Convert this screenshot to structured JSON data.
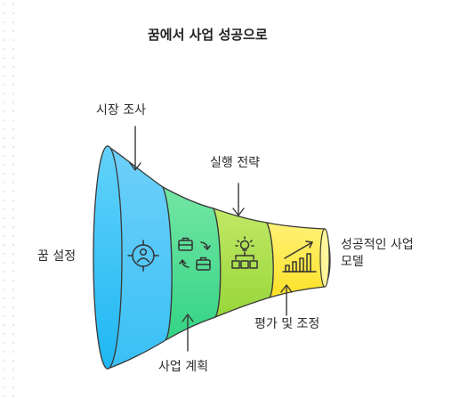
{
  "title": "꿈에서 사업 성공으로",
  "labels": {
    "dream": "꿈 설정",
    "market": "시장 조사",
    "plan": "사업 계획",
    "execute": "실행 전략",
    "evaluate": "평가 및 조정",
    "success_line1": "성공적인 사업",
    "success_line2": "모델"
  },
  "icons": [
    "target-person-icon",
    "briefcase-swap-icon",
    "idea-hierarchy-icon",
    "growth-chart-icon"
  ],
  "colors": {
    "cone": "#2dbff6",
    "segment_1": "#5cc7f7",
    "segment_2": "#45dc92",
    "segment_3": "#a9e04a",
    "segment_4": "#ffe934",
    "stroke": "#3a3a3a"
  }
}
